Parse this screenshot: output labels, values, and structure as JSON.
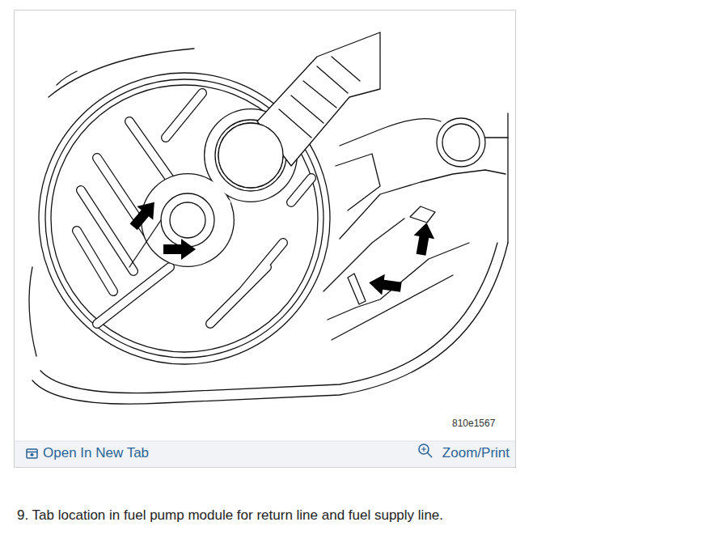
{
  "diagram": {
    "caption": "9. Tab location in fuel pump module for return line and fuel supply line.",
    "labels": [
      "810e1567",
      "Open In New Tab",
      "Zoom/Print"
    ]
  }
}
